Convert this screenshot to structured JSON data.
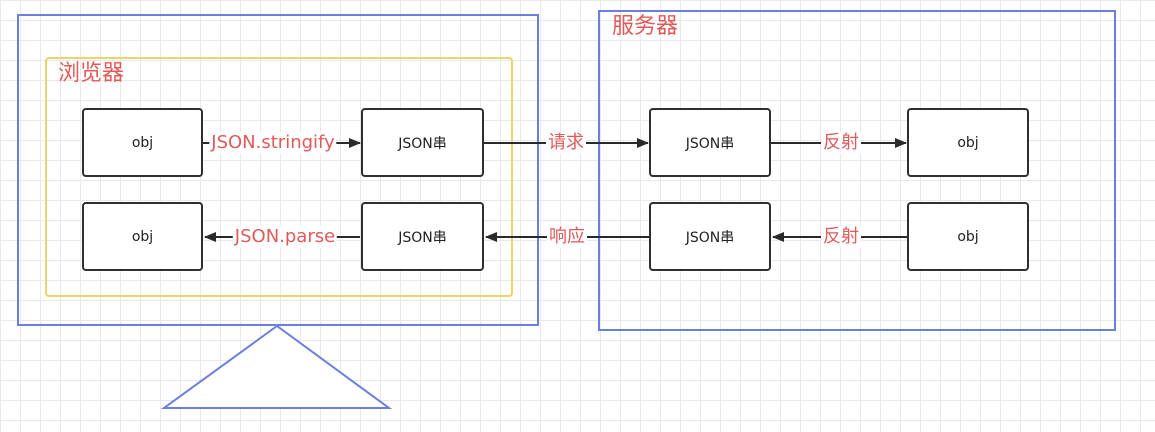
{
  "zones": {
    "browser_label": "浏览器",
    "server_label": "服务器"
  },
  "browser": {
    "obj_top": "obj",
    "json_top": "JSON串",
    "obj_bottom": "obj",
    "json_bottom": "JSON串"
  },
  "server": {
    "json_top": "JSON串",
    "obj_top": "obj",
    "json_bottom": "JSON串",
    "obj_bottom": "obj"
  },
  "edges": {
    "stringify": "JSON.stringify",
    "parse": "JSON.parse",
    "request": "请求",
    "response": "响应",
    "reflect_top": "反射",
    "reflect_bottom": "反射"
  },
  "colors": {
    "frame": "#6b7fdc",
    "browser_frame": "#e8d66a",
    "label": "#e05a5a",
    "node_border": "#2f2f2f"
  }
}
